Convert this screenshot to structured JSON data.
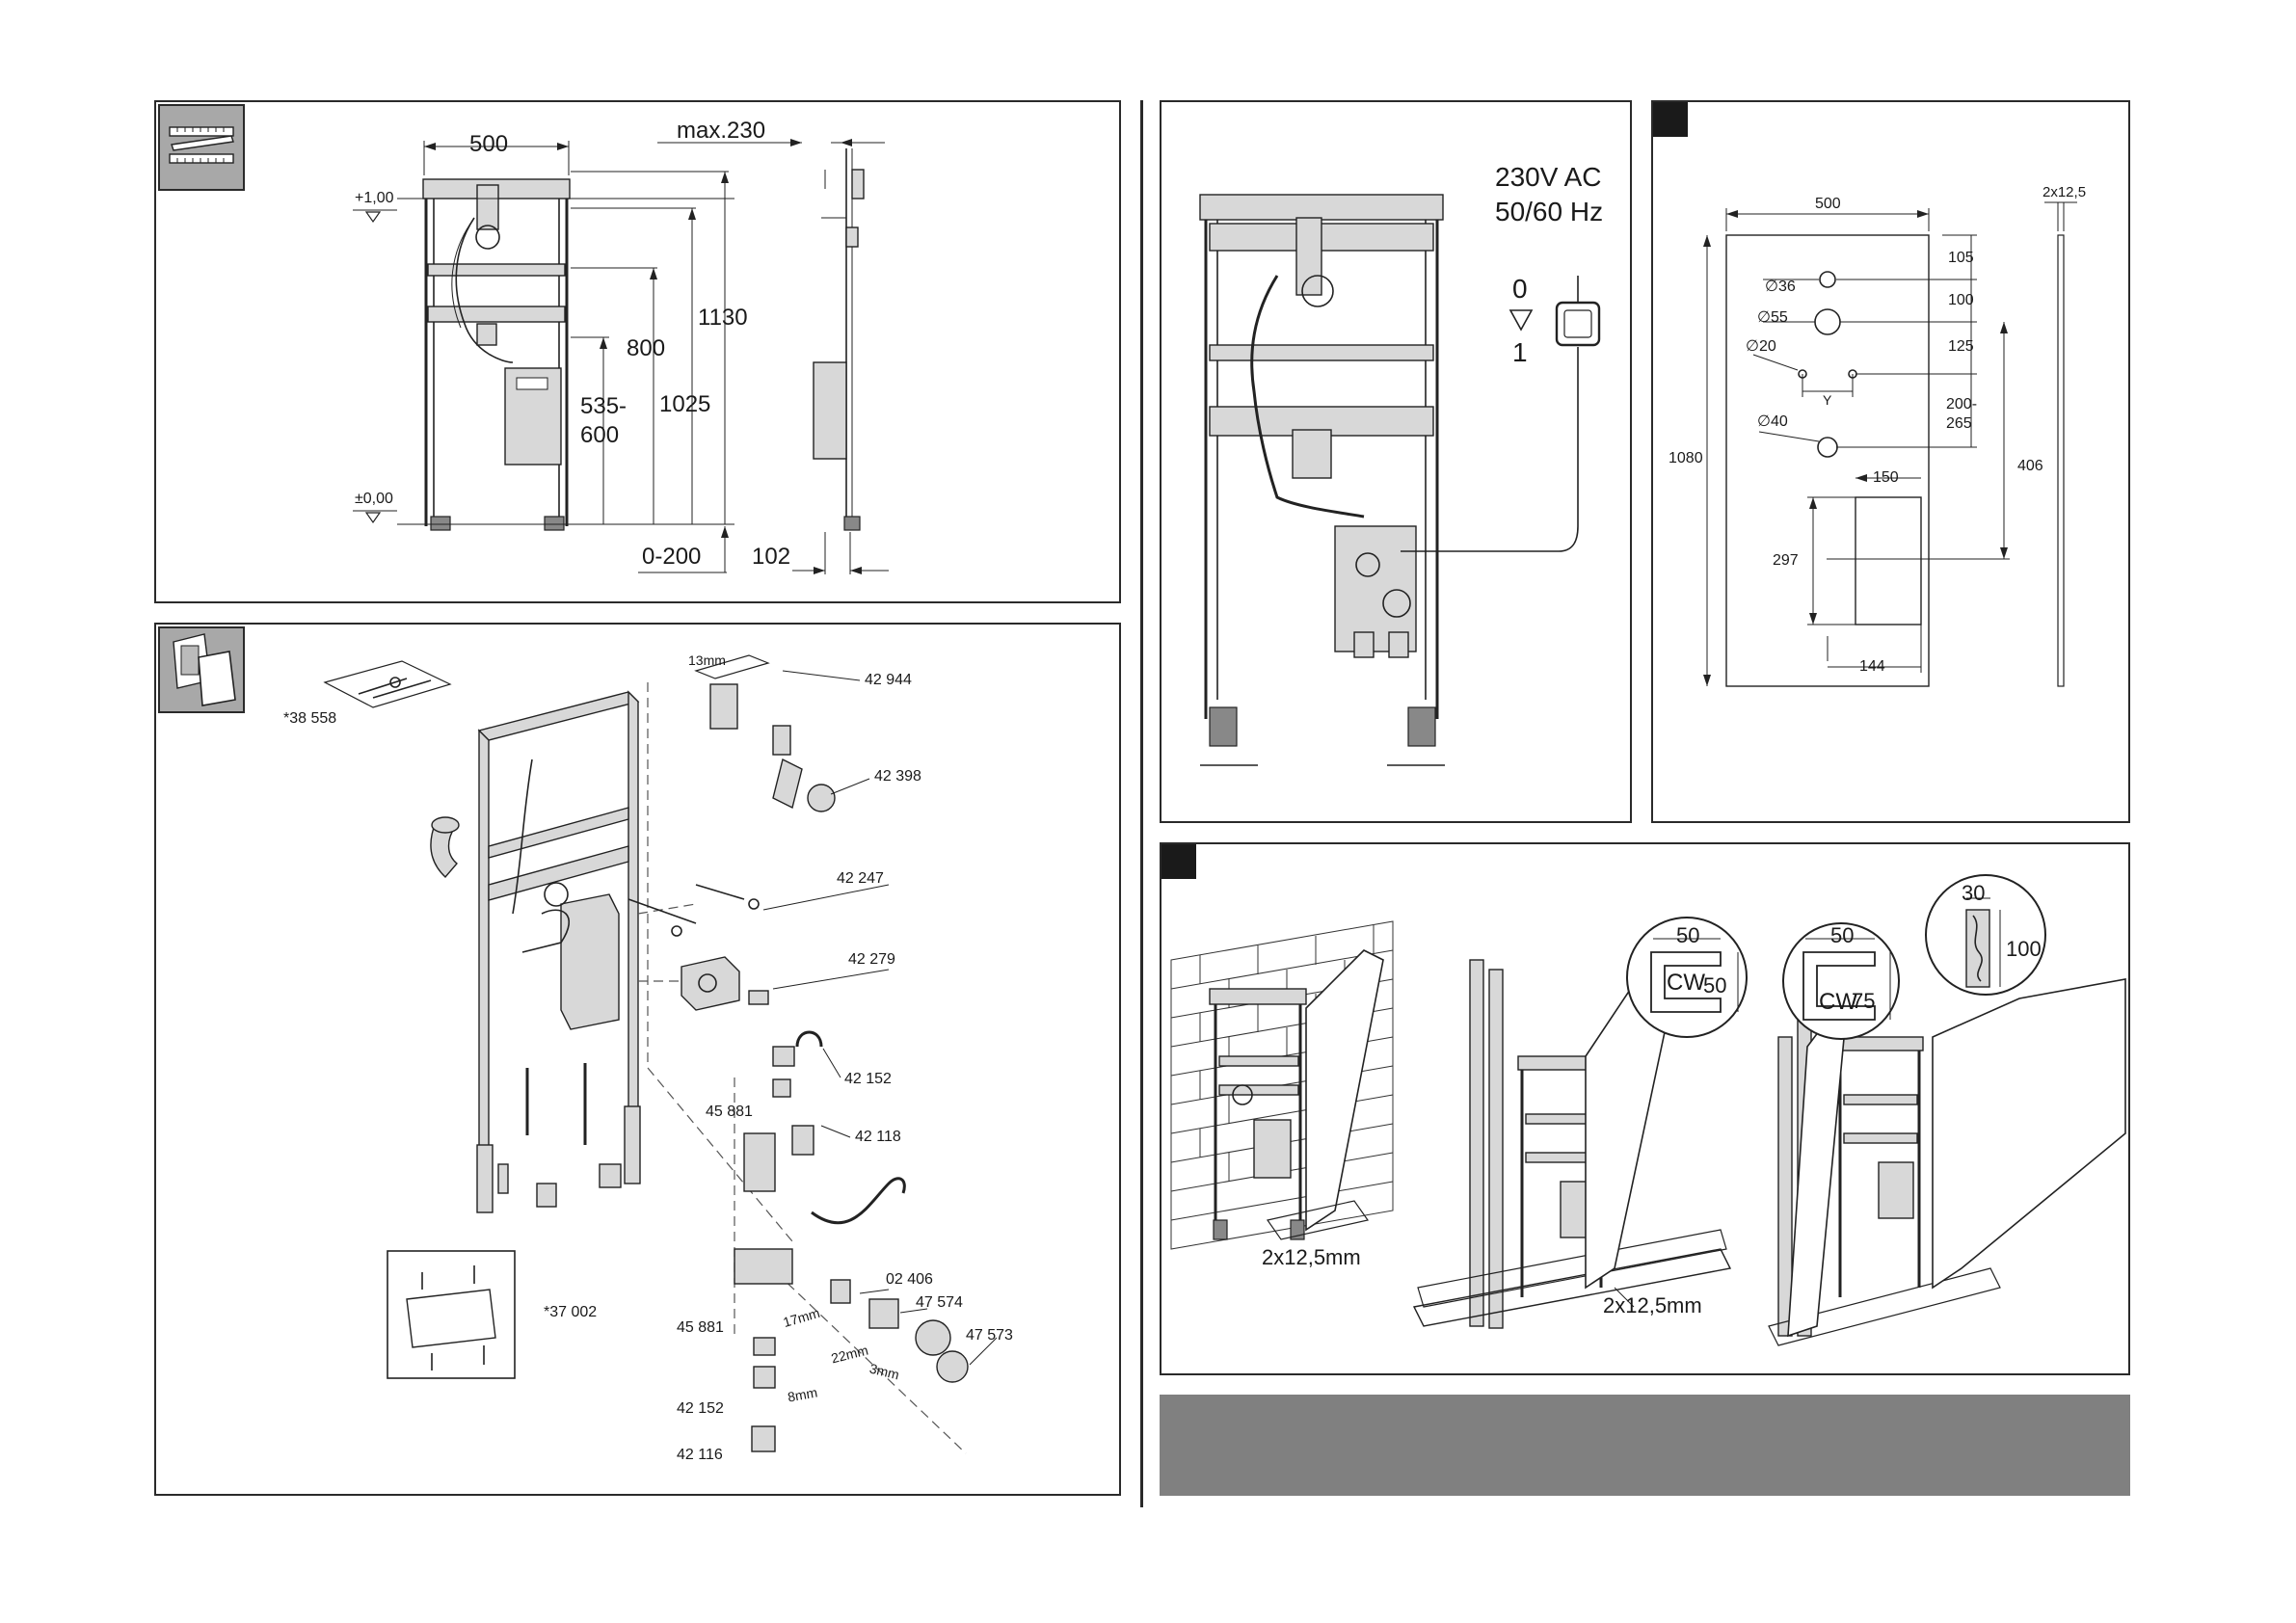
{
  "panel1": {
    "width": "500",
    "max_depth": "max.230",
    "level_top": "+1,00",
    "level_zero": "±0,00",
    "h800": "800",
    "h1130": "1130",
    "h535": "535-",
    "h600": "600",
    "h1025": "1025",
    "adj": "0-200",
    "depth": "102"
  },
  "panel2": {
    "tool": "13mm",
    "parts": {
      "p38558": "*38 558",
      "p42944": "42 944",
      "p42398": "42 398",
      "p42247": "42 247",
      "p42279": "42 279",
      "p42152a": "42 152",
      "p45881a": "45 881",
      "p42118": "42 118",
      "p02406": "02 406",
      "p47574": "47 574",
      "p45881b": "45 881",
      "p47573": "47 573",
      "p42152b": "42 152",
      "p42116": "42 116",
      "p37002": "*37 002"
    },
    "tools": {
      "t17": "17mm",
      "t22": "22mm",
      "t3": "3mm",
      "t8": "8mm"
    }
  },
  "panel3": {
    "voltage": "230V AC",
    "freq": "50/60 Hz",
    "off": "0",
    "on": "1"
  },
  "panel4": {
    "width": "500",
    "board": "2x12,5",
    "d105": "105",
    "d100": "100",
    "d125": "125",
    "d200": "200-",
    "d265": "265",
    "d406": "406",
    "d1080": "1080",
    "d150": "150",
    "d297": "297",
    "d144": "144",
    "dia36": "∅36",
    "dia55": "∅55",
    "dia20": "∅20",
    "dia40": "∅40",
    "y": "Y"
  },
  "panel5": {
    "board_a": "2x12,5mm",
    "board_b": "2x12,5mm",
    "cw_a": {
      "label": "CW",
      "w": "50",
      "h": "50"
    },
    "cw_b": {
      "label": "CW",
      "w": "50",
      "h": "75"
    },
    "wood": {
      "w": "30",
      "h": "100"
    }
  }
}
